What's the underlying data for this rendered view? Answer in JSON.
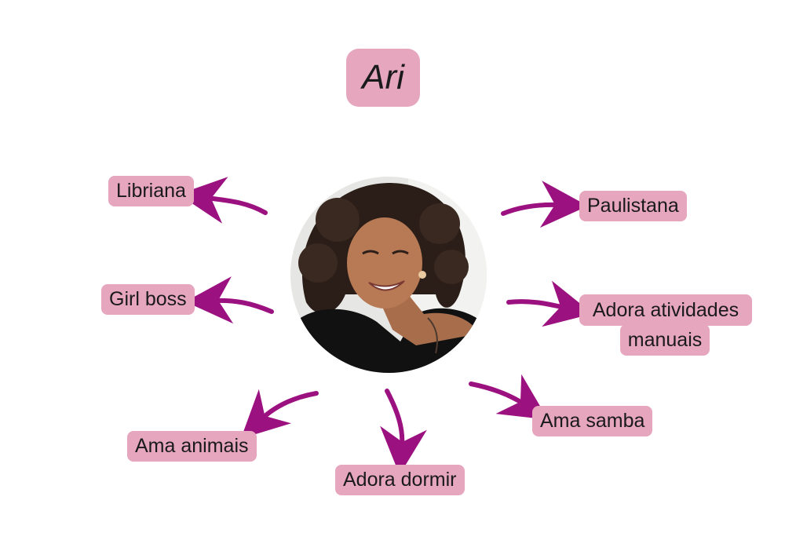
{
  "title": "Ari",
  "colors": {
    "tag_bg": "#e6a6be",
    "arrow": "#9c1180",
    "text": "#1a1a1a"
  },
  "traits": {
    "libriana": "Libriana",
    "girl_boss": "Girl boss",
    "ama_animais": "Ama animais",
    "adora_dormir": "Adora dormir",
    "ama_samba": "Ama samba",
    "adora_atividades_line1": "Adora atividades",
    "adora_atividades_line2": "manuais",
    "paulistana": "Paulistana"
  }
}
